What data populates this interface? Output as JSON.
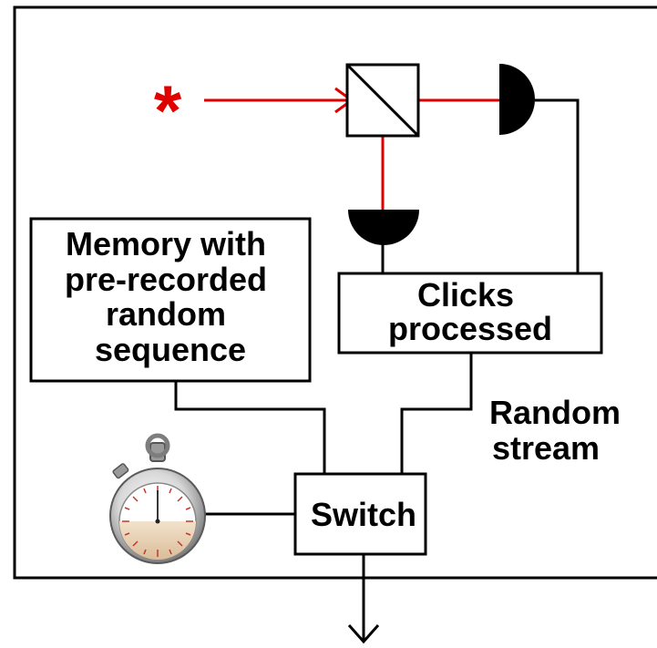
{
  "source_symbol": "*",
  "boxes": {
    "memory": [
      "Memory with",
      "pre-recorded",
      "random",
      "sequence"
    ],
    "clicks": [
      "Clicks",
      "processed"
    ],
    "switch": [
      "Switch"
    ]
  },
  "labels": {
    "random_stream": [
      "Random",
      "stream"
    ]
  },
  "icons": {
    "beam_splitter": "beam-splitter-icon",
    "detectors": [
      "detector-icon",
      "detector-icon"
    ],
    "stopwatch": "stopwatch-icon",
    "output": "arrow-down-icon"
  },
  "colors": {
    "beam": "#e00000",
    "lines": "#000000",
    "stopwatch_fill": "#e8d6bf"
  }
}
